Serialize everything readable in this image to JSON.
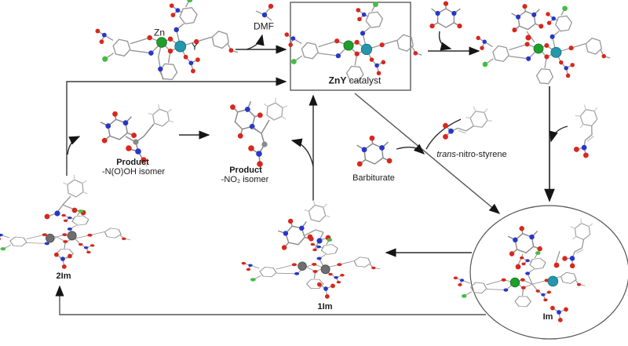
{
  "scheme": {
    "title_hint": "ZnY catalytic cycle diagram",
    "top_left_complex": {
      "zn": "Zn",
      "y": "Y"
    },
    "dmf": "DMF",
    "catalyst_box": {
      "bold": "ZnY",
      "rest": " catalyst"
    },
    "reagents": {
      "barbiturate": "Barbiturate",
      "tns_italic": "trans",
      "tns_rest": "-nitro-styrene"
    },
    "products": {
      "nooh": {
        "title": "Product",
        "subtitle": "-N(O)OH isomer"
      },
      "no2": {
        "title": "Product",
        "subtitle": "-NO₂ isomer"
      }
    },
    "intermediates": {
      "im": "Im",
      "one_im": "1Im",
      "two_im": "2Im"
    }
  },
  "colors": {
    "oxygen": "#d8271c",
    "nitrogen": "#2737c8",
    "chlorine": "#44bd44",
    "zinc": "#1f9e2c",
    "yttrium": "#2596ab",
    "carbon": "#979797",
    "hydrogen": "#c9c9c9",
    "arrow": "#2b2b2b",
    "box_border": "#666666"
  }
}
